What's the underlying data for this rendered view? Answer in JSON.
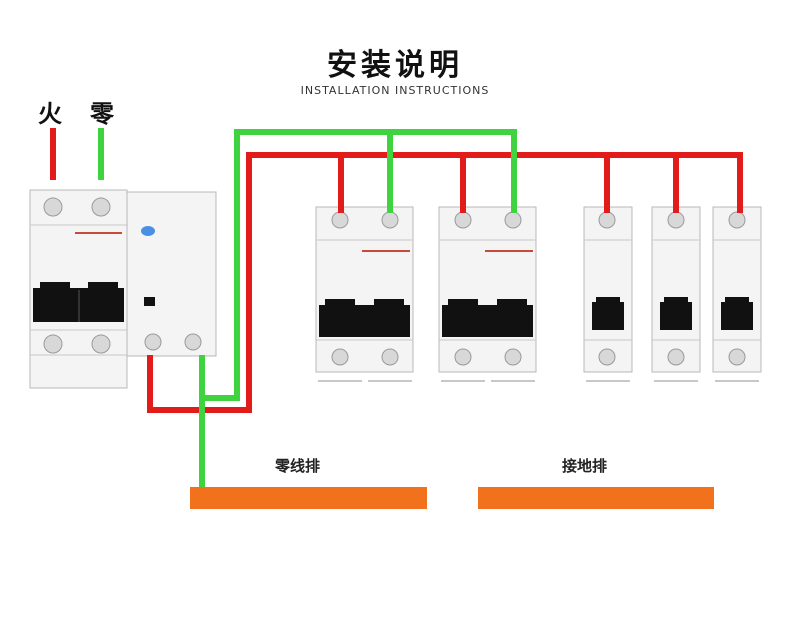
{
  "title": "安装说明",
  "subtitle": "INSTALLATION INSTRUCTIONS",
  "live_label": "火",
  "neutral_label": "零",
  "neutral_bar_label": "零线排",
  "ground_bar_label": "接地排",
  "colors": {
    "live_wire": "#e21b1b",
    "neutral_wire": "#3fd33f",
    "bus_bar": "#f2711c",
    "breaker_body": "#f4f4f4",
    "breaker_border": "#b8b8b8",
    "toggle": "#111111"
  }
}
